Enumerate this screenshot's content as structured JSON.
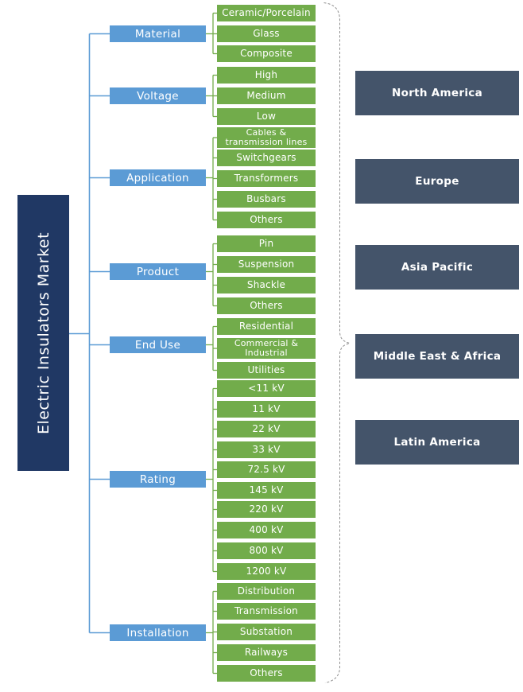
{
  "title": "Electric Insulators Market",
  "colors": {
    "background": "#FFFFFF",
    "root_navy": "#203864",
    "category_blue": "#5B9BD5",
    "segment_green": "#72AC4B",
    "region_slate": "#44546A",
    "connector_blue": "#5B9BD5",
    "connector_green": "#72AC4B",
    "brace_gray": "#8F8F8F",
    "text_white": "#FFFFFF"
  },
  "groups": [
    {
      "category": "Material",
      "items": [
        "Ceramic/Porcelain",
        "Glass",
        "Composite"
      ]
    },
    {
      "category": "Voltage",
      "items": [
        "High",
        "Medium",
        "Low"
      ]
    },
    {
      "category": "Application",
      "items": [
        "Cables & transmission lines",
        "Switchgears",
        "Transformers",
        "Busbars",
        "Others"
      ]
    },
    {
      "category": "Product",
      "items": [
        "Pin",
        "Suspension",
        "Shackle",
        "Others"
      ]
    },
    {
      "category": "End Use",
      "items": [
        "Residential",
        "Commercial & Industrial",
        "Utilities"
      ]
    },
    {
      "category": "Rating",
      "items": [
        "<11 kV",
        "11 kV",
        "22 kV",
        "33 kV",
        "72.5 kV",
        "145 kV",
        "220 kV",
        "400 kV",
        "800 kV",
        "1200 kV"
      ]
    },
    {
      "category": "Installation",
      "items": [
        "Distribution",
        "Transmission",
        "Substation",
        "Railways",
        "Others"
      ]
    }
  ],
  "regions": [
    "North America",
    "Europe",
    "Asia Pacific",
    "Middle East & Africa",
    "Latin America"
  ]
}
